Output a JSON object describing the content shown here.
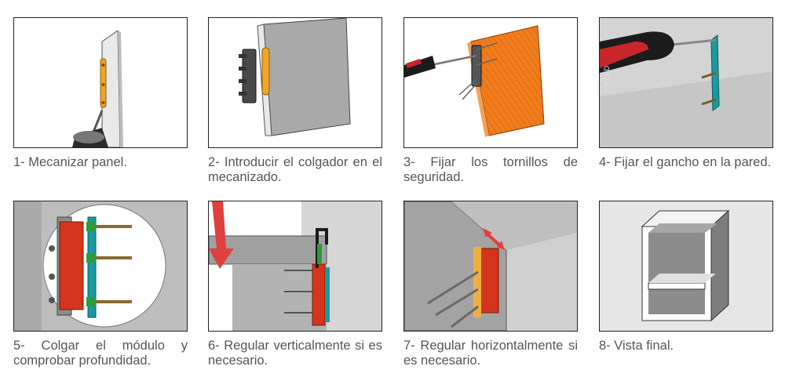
{
  "steps": [
    {
      "caption": "1- Mecanizar panel."
    },
    {
      "caption": "2- Introducir el colgador en el mecanizado."
    },
    {
      "caption": "3- Fijar los tornillos de seguridad."
    },
    {
      "caption": "4- Fijar el gancho en la pared."
    },
    {
      "caption": "5- Colgar el módulo y comprobar profundidad."
    },
    {
      "caption": "6- Regular verticalmente si es necesario."
    },
    {
      "caption": "7- Regular horizontalmente si es necesario."
    },
    {
      "caption": "8- Vista final."
    }
  ],
  "colors": {
    "panel_grey": "#a9a9a9",
    "wood_orange": "#f07c1c",
    "hook_teal": "#1a9aa0",
    "arrow_red": "#e04040",
    "hanger_red": "#d4351c",
    "hanger_green": "#2f9a3a"
  },
  "icons": {
    "step1": "router-tool-icon",
    "step2": "hanger-insert-icon",
    "step3": "screwdriver-icon",
    "step4": "wall-hook-icon",
    "step5": "depth-check-icon",
    "step6": "vertical-adjust-icon",
    "step7": "horizontal-adjust-icon",
    "step8": "cabinet-icon"
  }
}
